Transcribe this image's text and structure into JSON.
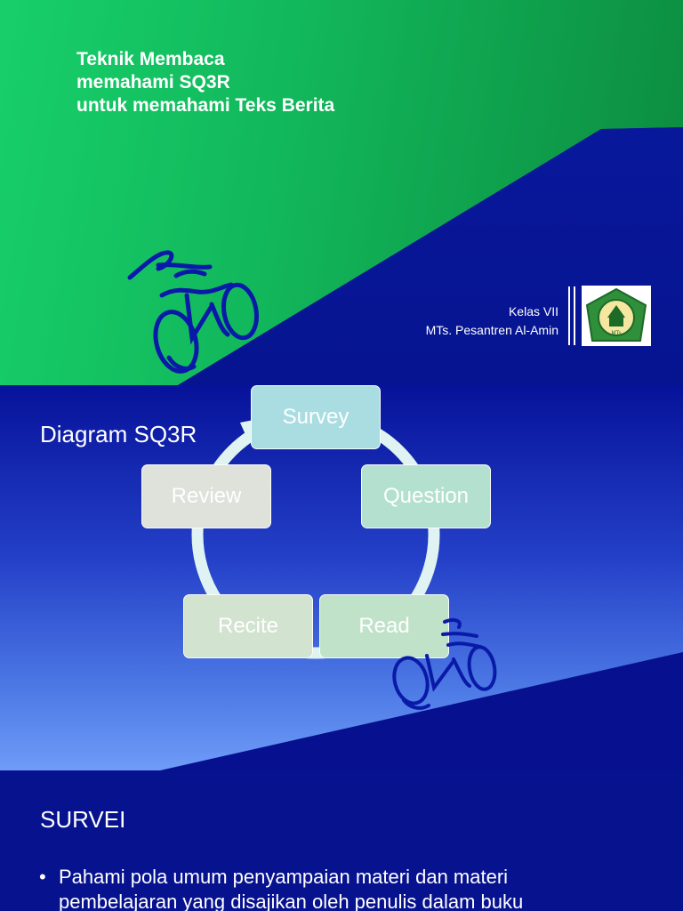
{
  "slide1": {
    "title_lines": [
      "Teknik Membaca",
      "memahami SQ3R",
      "untuk memahami Teks Berita"
    ],
    "subtitle_line1": "Kelas VII",
    "subtitle_line2": "MTs. Pesantren Al-Amin",
    "logo_caption": "MTs"
  },
  "slide2": {
    "title": "Diagram SQ3R",
    "cycle": [
      "Survey",
      "Question",
      "Read",
      "Recite",
      "Review"
    ]
  },
  "slide3": {
    "title": "SURVEI",
    "bullet_symbol": "•",
    "bullet_text": "Pahami pola umum penyampaian materi dan materi pembelajaran yang disajikan oleh penulis dalam buku"
  },
  "colors": {
    "green_band": "#17cf6a",
    "navy": "#07128f",
    "survey_box": "#a9dde1",
    "question_box": "#b4e0cf",
    "read_box": "#bfe2c9",
    "recite_box": "#d2e3cf",
    "review_box": "#dee2da"
  },
  "icons": [
    "cyclist-icon",
    "school-logo-icon"
  ]
}
